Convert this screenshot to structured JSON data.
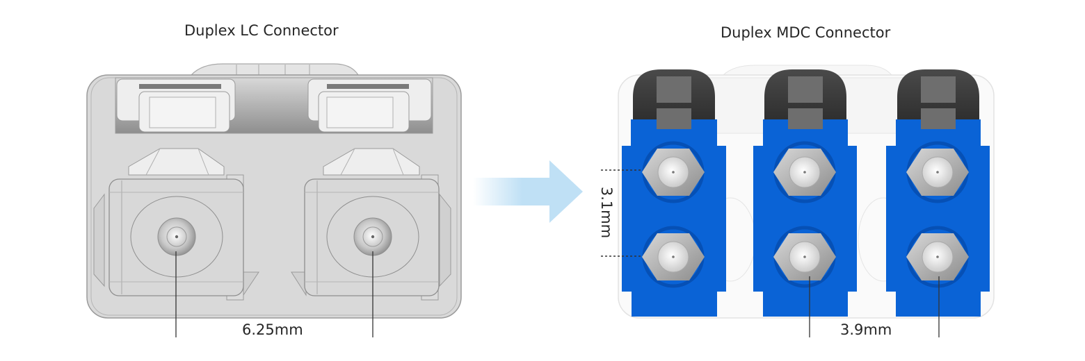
{
  "left_panel": {
    "title": "Duplex LC Connector",
    "dimension_label": "6.25mm",
    "body_color": "#d6d6d6"
  },
  "right_panel": {
    "title": "Duplex MDC Connector",
    "vertical_dimension_label": "3.1mm",
    "horizontal_dimension_label": "3.9mm",
    "connector_color": "#0a63d6",
    "latch_color": "#3a3a3a",
    "connector_count": 3
  },
  "arrow": {
    "color": "#bfe0f5",
    "direction": "right"
  }
}
